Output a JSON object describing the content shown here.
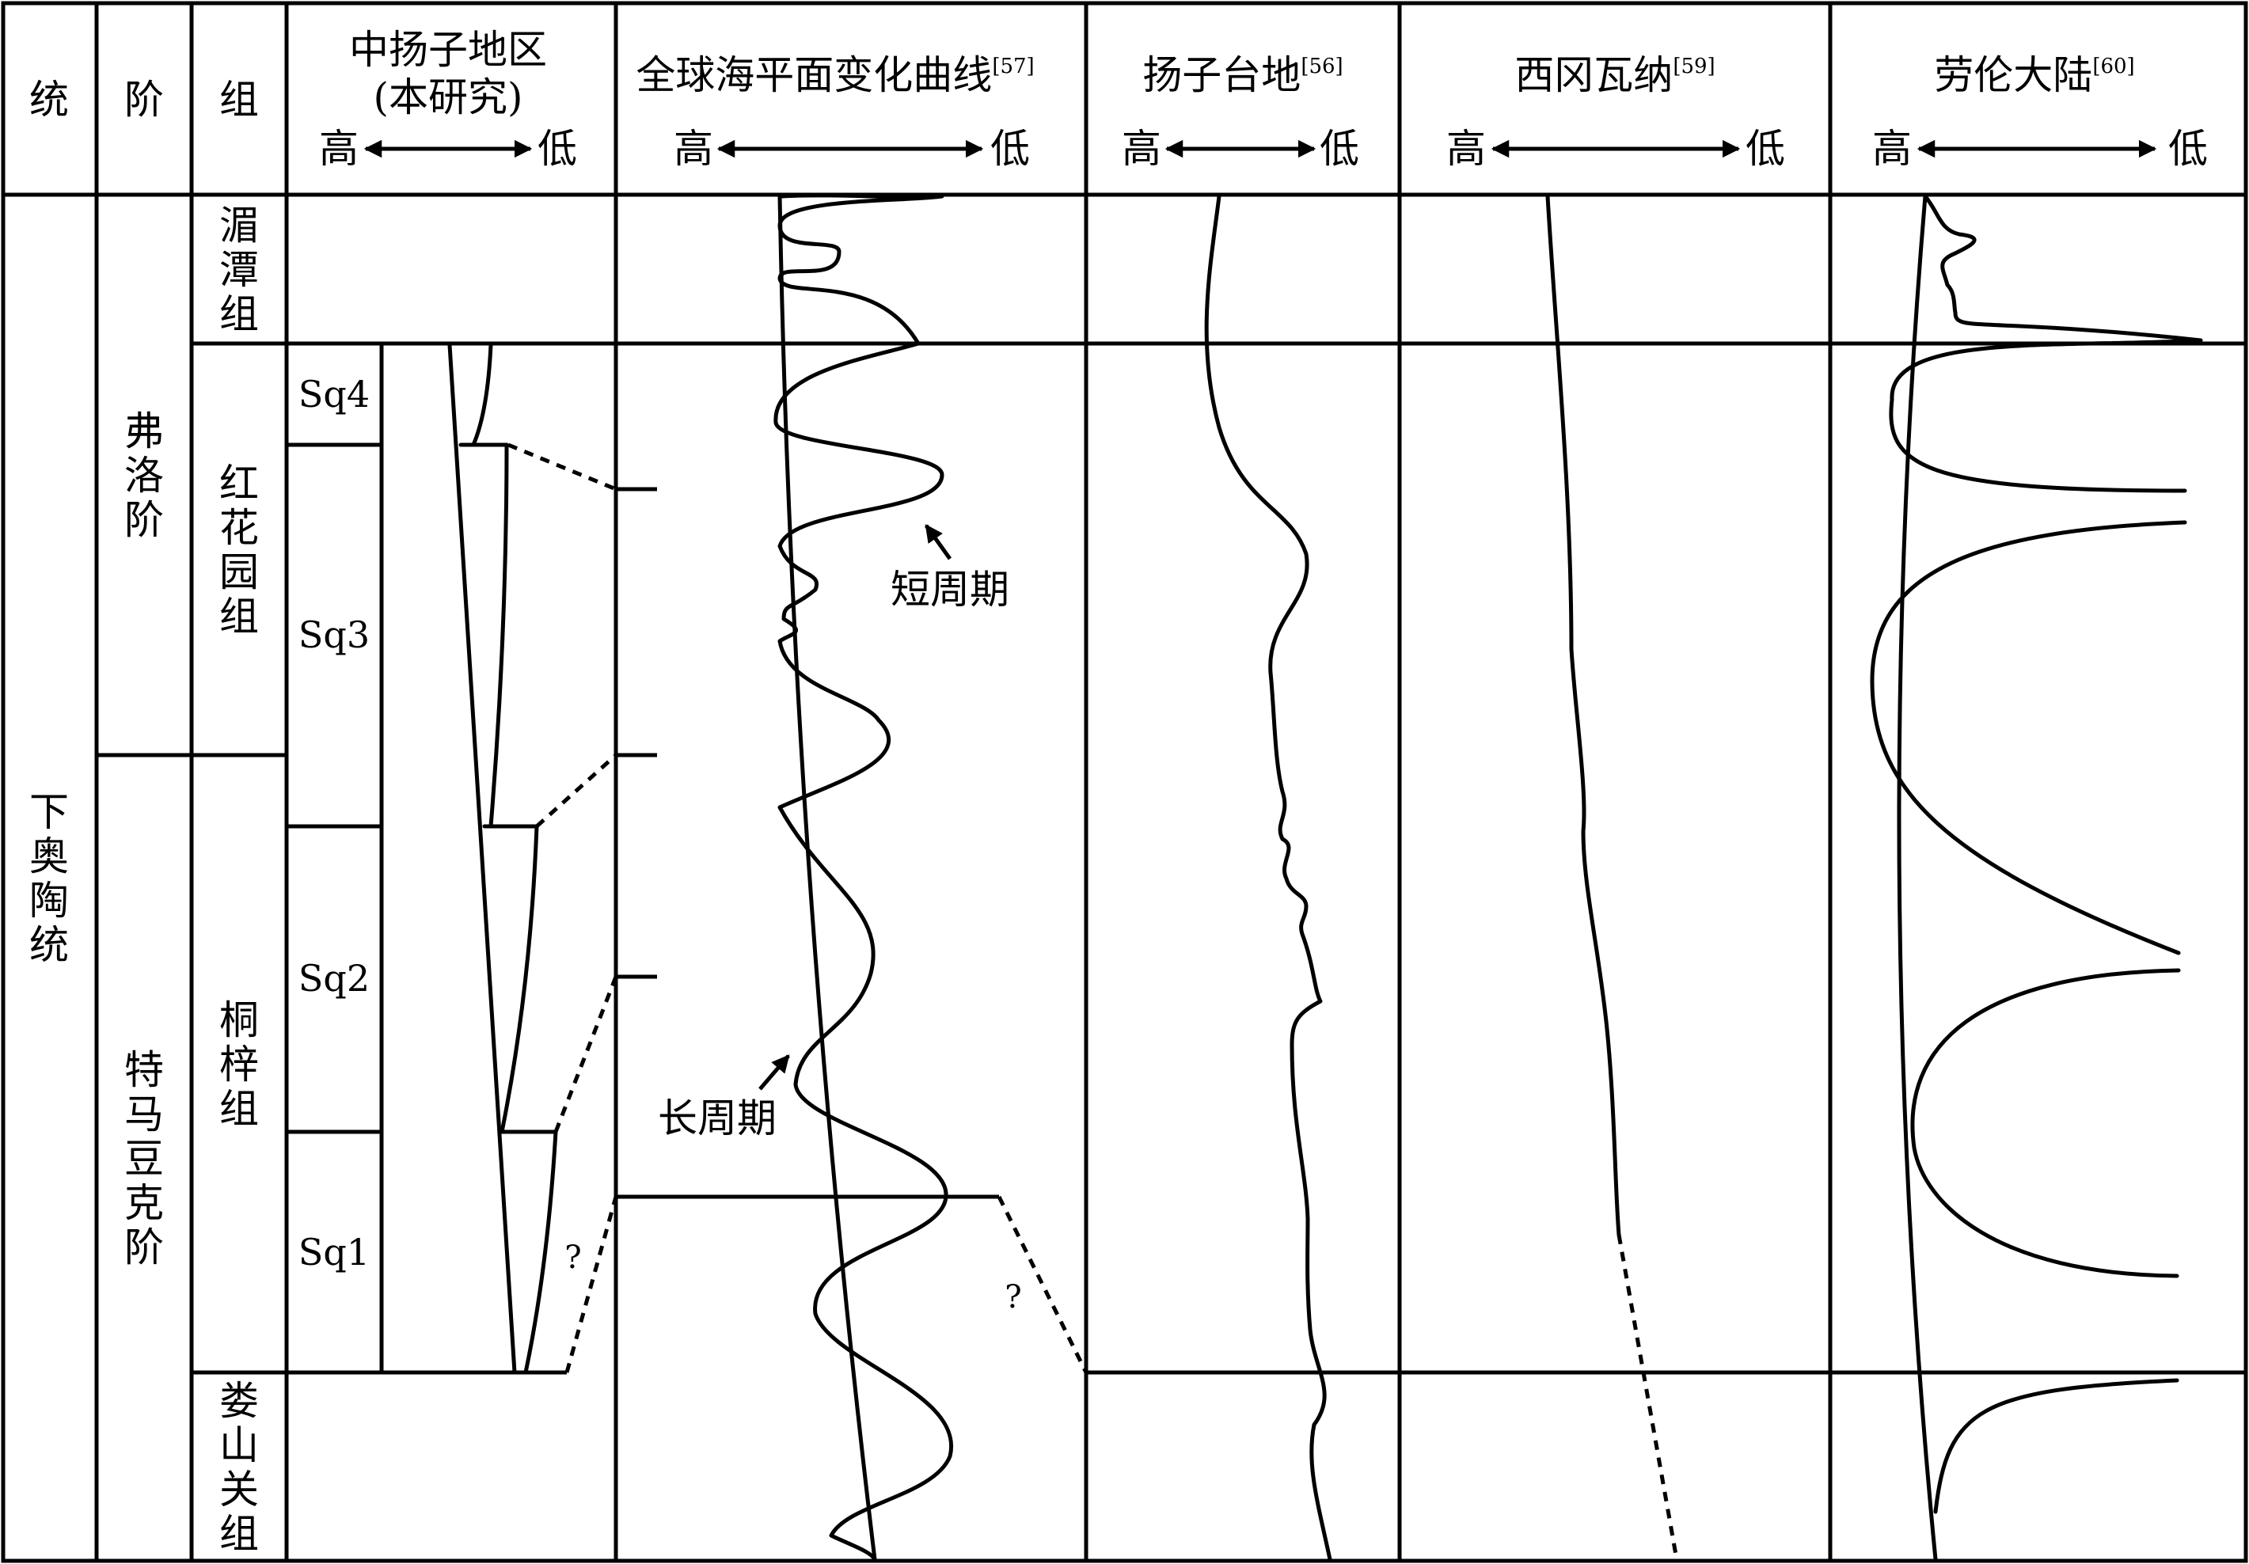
{
  "headers": {
    "series": "统",
    "stage": "阶",
    "formation": "组",
    "region_line1": "中扬子地区",
    "region_line2": "(本研究)",
    "global_title": "全球海平面变化曲线",
    "global_ref": "[57]",
    "yangtze_title": "扬子台地",
    "yangtze_ref": "[56]",
    "avalonia_title": "西冈瓦纳",
    "avalonia_ref": "[59]",
    "laurentia_title": "劳伦大陆",
    "laurentia_ref": "[60]",
    "high": "高",
    "low": "低"
  },
  "series_label": "下奥陶统",
  "stages": [
    "弗洛阶",
    "特马豆克阶"
  ],
  "formations": [
    "湄潭组",
    "红花园组",
    "桐梓组",
    "娄山关组"
  ],
  "sequences": [
    "Sq4",
    "Sq3",
    "Sq2",
    "Sq1"
  ],
  "annotations": {
    "short_cycle": "短周期",
    "long_cycle": "长周期",
    "unknown": "?"
  }
}
